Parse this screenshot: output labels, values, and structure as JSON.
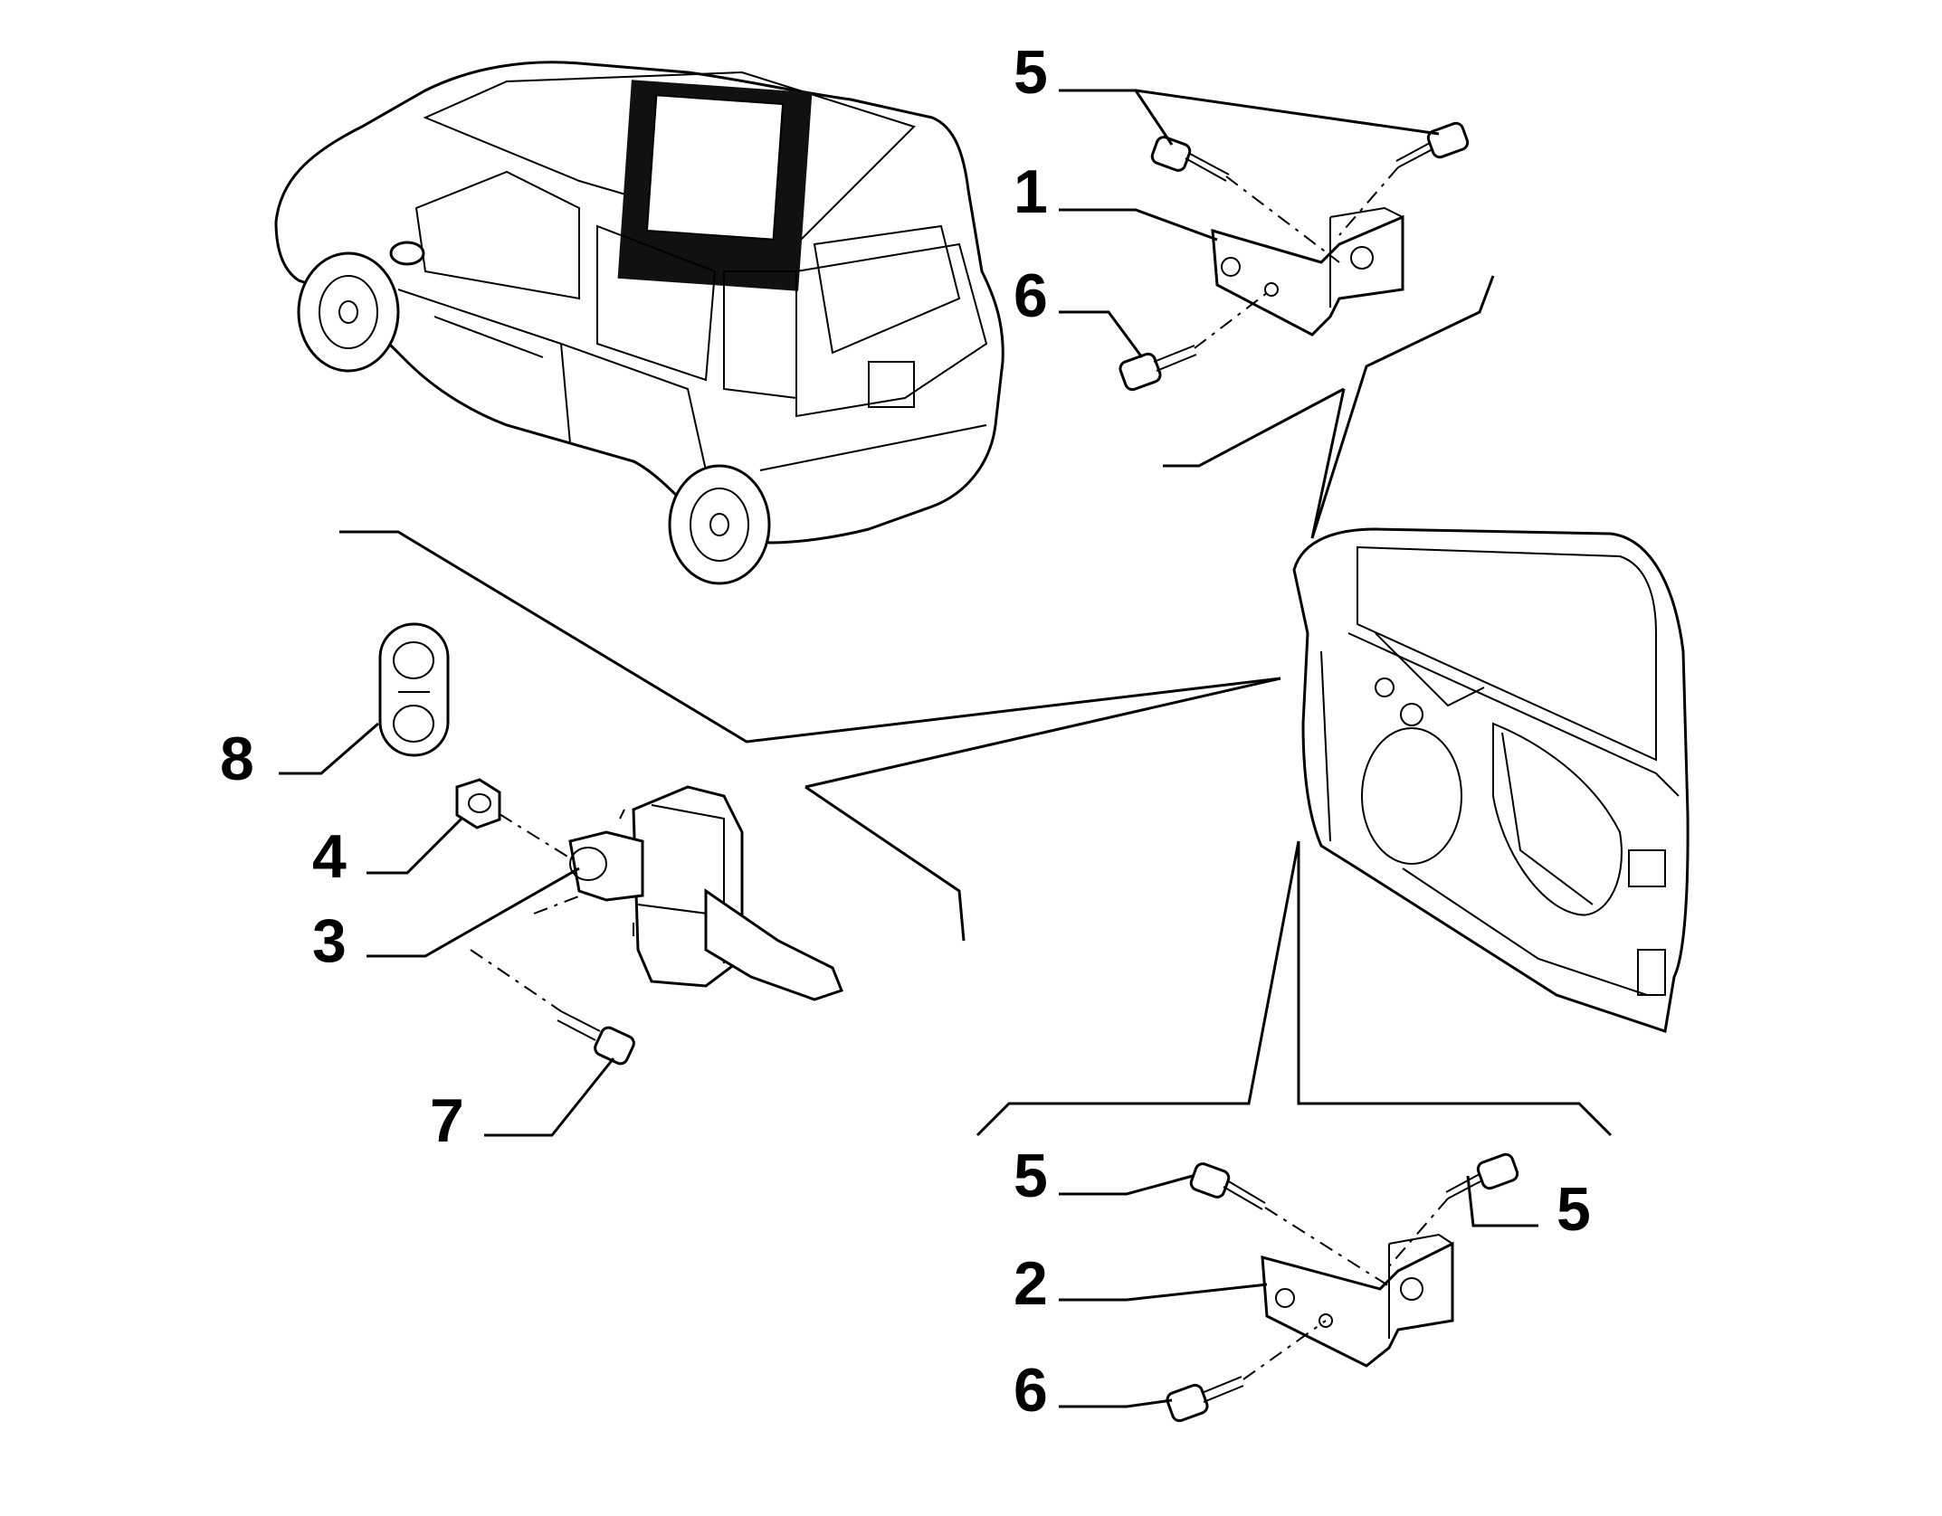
{
  "figure": {
    "callouts": [
      {
        "id": "c5a",
        "label": "5"
      },
      {
        "id": "c1",
        "label": "1"
      },
      {
        "id": "c6a",
        "label": "6"
      },
      {
        "id": "c8",
        "label": "8"
      },
      {
        "id": "c4",
        "label": "4"
      },
      {
        "id": "c3",
        "label": "3"
      },
      {
        "id": "c7",
        "label": "7"
      },
      {
        "id": "c5b",
        "label": "5"
      },
      {
        "id": "c5c",
        "label": "5"
      },
      {
        "id": "c2",
        "label": "2"
      },
      {
        "id": "c6b",
        "label": "6"
      }
    ],
    "parts": [
      {
        "name": "vehicle-overview",
        "icon": "car-icon"
      },
      {
        "name": "front-door-panel",
        "icon": "door-icon"
      },
      {
        "name": "upper-hinge",
        "icon": "hinge-icon"
      },
      {
        "name": "lower-hinge",
        "icon": "hinge-icon"
      },
      {
        "name": "door-check-strap",
        "icon": "check-strap-icon"
      },
      {
        "name": "grommet",
        "icon": "grommet-icon"
      },
      {
        "name": "nut",
        "icon": "nut-icon"
      },
      {
        "name": "bolt",
        "icon": "bolt-icon"
      }
    ]
  }
}
